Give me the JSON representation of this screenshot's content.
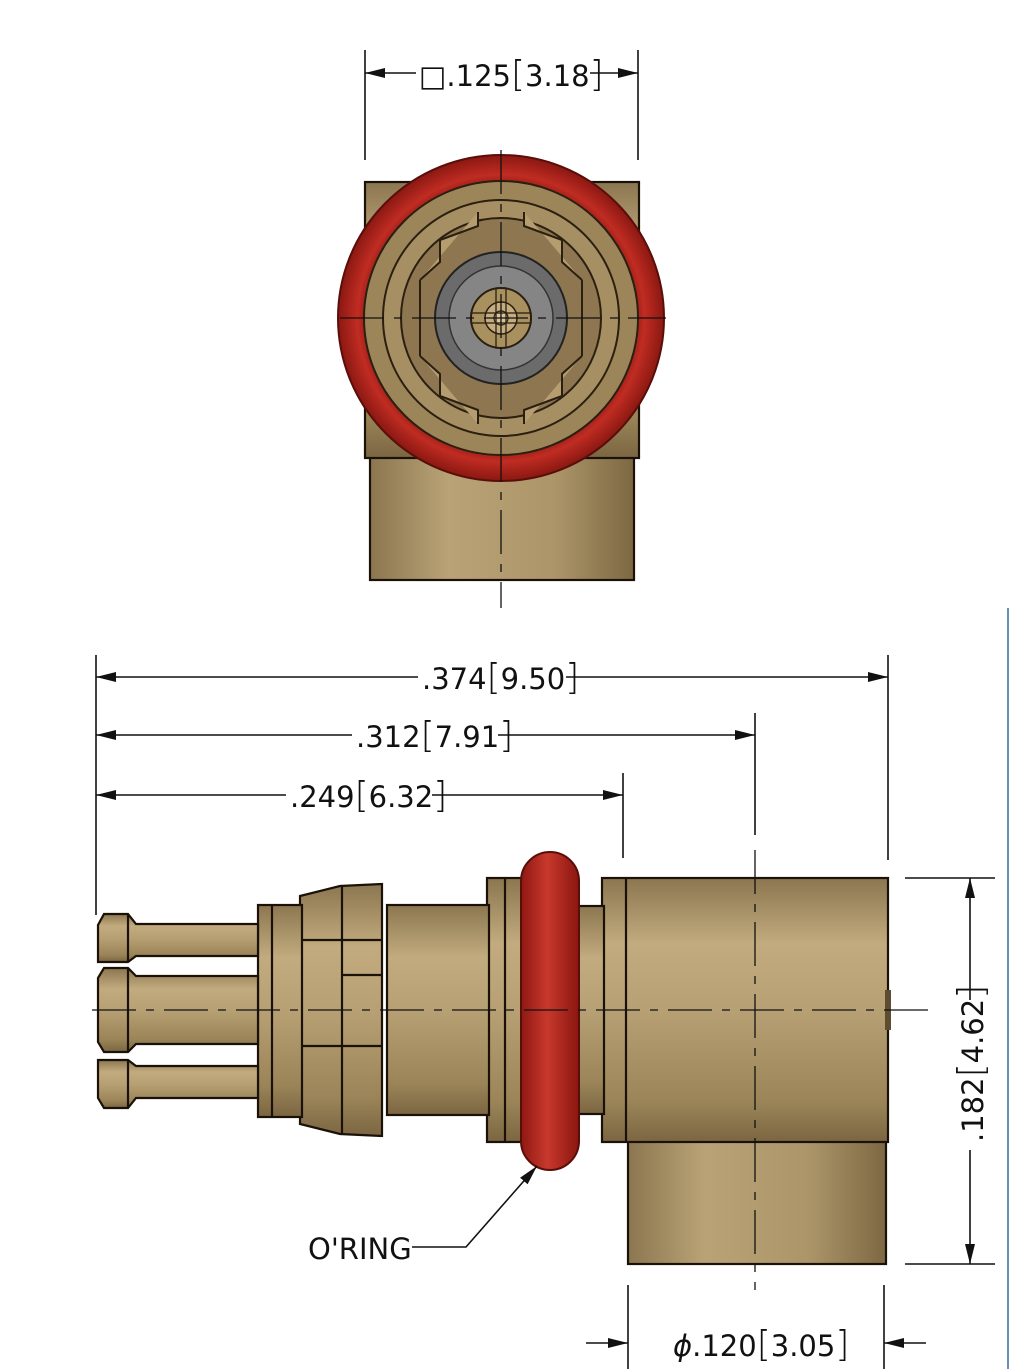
{
  "dimensions": {
    "square": {
      "symbol": "□",
      "inch": ".125",
      "mm": "3.18"
    },
    "overall_length": {
      "inch": ".374",
      "mm": "9.50"
    },
    "body_center": {
      "inch": ".312",
      "mm": "7.91"
    },
    "oring_face": {
      "inch": ".249",
      "mm": "6.32"
    },
    "height": {
      "inch": ".182",
      "mm": "4.62"
    },
    "diameter": {
      "symbol": "ϕ",
      "inch": ".120",
      "mm": "3.05"
    }
  },
  "callouts": {
    "oring": "O'RING"
  },
  "colors": {
    "brass": "#b09a6e",
    "brass_dark": "#8a744c",
    "oring": "#b8231b",
    "oring_dark": "#7d1410",
    "insulator": "#7a7a7a",
    "line": "#111111"
  }
}
